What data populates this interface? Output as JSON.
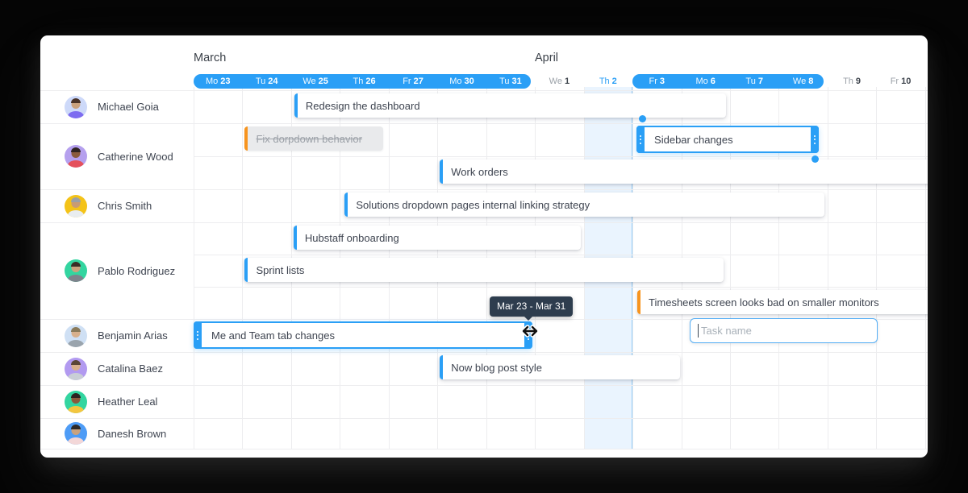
{
  "colors": {
    "accent_blue": "#2a9ff6",
    "accent_orange": "#f7941e",
    "done_gray": "#e9eaec",
    "grid_line": "#ededef",
    "today_fill": "#eaf4fe",
    "tooltip_bg": "#2e3d4e",
    "text_dark": "#3e4450",
    "text_muted": "#9ba1a8"
  },
  "months": [
    {
      "label": "March"
    },
    {
      "label": "April"
    }
  ],
  "days": [
    {
      "name": "Mo",
      "num": "23",
      "style": "onpill"
    },
    {
      "name": "Tu",
      "num": "24",
      "style": "onpill"
    },
    {
      "name": "We",
      "num": "25",
      "style": "onpill"
    },
    {
      "name": "Th",
      "num": "26",
      "style": "onpill"
    },
    {
      "name": "Fr",
      "num": "27",
      "style": "onpill"
    },
    {
      "name": "Mo",
      "num": "30",
      "style": "onpill"
    },
    {
      "name": "Tu",
      "num": "31",
      "style": "onpill"
    },
    {
      "name": "We",
      "num": "1",
      "style": "plain"
    },
    {
      "name": "Th",
      "num": "2",
      "style": "today"
    },
    {
      "name": "Fr",
      "num": "3",
      "style": "onpill"
    },
    {
      "name": "Mo",
      "num": "6",
      "style": "onpill"
    },
    {
      "name": "Tu",
      "num": "7",
      "style": "onpill"
    },
    {
      "name": "We",
      "num": "8",
      "style": "onpill"
    },
    {
      "name": "Th",
      "num": "9",
      "style": "plain"
    },
    {
      "name": "Fr",
      "num": "10",
      "style": "plain"
    }
  ],
  "today_index": 8,
  "pills": [
    {
      "start": 0,
      "end": 7
    },
    {
      "start": 9,
      "end": 13
    }
  ],
  "people": [
    {
      "name": "Michael Goia",
      "rows": 1,
      "avatar": {
        "bg": "#cdd9f9",
        "skin": "#caa27e",
        "hair": "#4a3328",
        "shirt": "#7d6cf0"
      }
    },
    {
      "name": "Catherine Wood",
      "rows": 2,
      "avatar": {
        "bg": "#b5a0ee",
        "skin": "#8a5a3c",
        "hair": "#2f2320",
        "shirt": "#e4505c"
      }
    },
    {
      "name": "Chris Smith",
      "rows": 1,
      "avatar": {
        "bg": "#f4c318",
        "skin": "#c99b72",
        "hair": "#9aa0a6",
        "shirt": "#e9edf0"
      }
    },
    {
      "name": "Pablo Rodriguez",
      "rows": 3,
      "avatar": {
        "bg": "#33d5a0",
        "skin": "#caa27e",
        "hair": "#3a2d26",
        "shirt": "#7d838c"
      }
    },
    {
      "name": "Benjamin Arias",
      "rows": 1,
      "avatar": {
        "bg": "#cfe0f4",
        "skin": "#d8b08c",
        "hair": "#8a7a5a",
        "shirt": "#9aa4ad"
      }
    },
    {
      "name": "Catalina Baez",
      "rows": 1,
      "avatar": {
        "bg": "#b29af0",
        "skin": "#d8b08c",
        "hair": "#5a4636",
        "shirt": "#c9ced6"
      }
    },
    {
      "name": "Heather Leal",
      "rows": 1,
      "avatar": {
        "bg": "#33d5a0",
        "skin": "#8a5a3c",
        "hair": "#2c2320",
        "shirt": "#f4c63f"
      }
    },
    {
      "name": "Danesh Brown",
      "rows": 1,
      "avatar": {
        "bg": "#4e9cf6",
        "skin": "#caa27e",
        "hair": "#2e2a28",
        "shirt": "#f3d7d8"
      }
    }
  ],
  "tasks": [
    {
      "id": "redesign",
      "label": "Redesign the dashboard",
      "assignee": "Michael Goia",
      "row": 0,
      "start": 2,
      "end": 11,
      "style": "normal",
      "insetL": 4,
      "insetR": 5
    },
    {
      "id": "fix-dropdown",
      "label": "Fix dorpdown behavior",
      "assignee": "Catherine Wood",
      "row": 1,
      "start": 1,
      "end": 4,
      "style": "done",
      "insetL": 3,
      "insetR": 7
    },
    {
      "id": "sidebar-changes",
      "label": "Sidebar changes",
      "assignee": "Catherine Wood",
      "row": 1,
      "start": 9,
      "end": 13,
      "style": "selected",
      "insetL": 5,
      "insetR": 11
    },
    {
      "id": "work-orders",
      "label": "Work orders",
      "assignee": "Catherine Wood",
      "row": 2,
      "start": 5,
      "end": 16,
      "style": "normal",
      "insetL": 3,
      "insetR": -10
    },
    {
      "id": "solutions",
      "label": "Solutions dropdown pages internal linking strategy",
      "assignee": "Chris Smith",
      "row": 3,
      "start": 3,
      "end": 13,
      "style": "normal",
      "insetL": 6,
      "insetR": 4
    },
    {
      "id": "hubstaff",
      "label": "Hubstaff onboarding",
      "assignee": "Pablo Rodriguez",
      "row": 4,
      "start": 2,
      "end": 8,
      "style": "normal",
      "insetL": 3,
      "insetR": 4
    },
    {
      "id": "sprint-lists",
      "label": "Sprint lists",
      "assignee": "Pablo Rodriguez",
      "row": 5,
      "start": 1,
      "end": 11,
      "style": "normal",
      "insetL": 3,
      "insetR": 8
    },
    {
      "id": "timesheets",
      "label": "Timesheets screen looks bad on smaller monitors",
      "assignee": "Pablo Rodriguez",
      "row": 6,
      "start": 9,
      "end": 16,
      "style": "orange",
      "insetL": 6,
      "insetR": -10
    },
    {
      "id": "me-and-team",
      "label": "Me and Team tab changes",
      "assignee": "Benjamin Arias",
      "row": 7,
      "start": 0,
      "end": 7,
      "style": "selected",
      "insetL": 0,
      "insetR": 3
    },
    {
      "id": "now-blog",
      "label": "Now blog post style",
      "assignee": "Catalina Baez",
      "row": 8,
      "start": 5,
      "end": 10,
      "style": "normal",
      "insetL": 3,
      "insetR": 2
    }
  ],
  "link_dots": [
    {
      "task": "sidebar-changes",
      "position": "top-left"
    },
    {
      "task": "sidebar-changes",
      "position": "bottom-right"
    }
  ],
  "tooltip": {
    "label": "Mar 23 - Mar 31"
  },
  "new_task_input": {
    "placeholder": "Task name"
  }
}
